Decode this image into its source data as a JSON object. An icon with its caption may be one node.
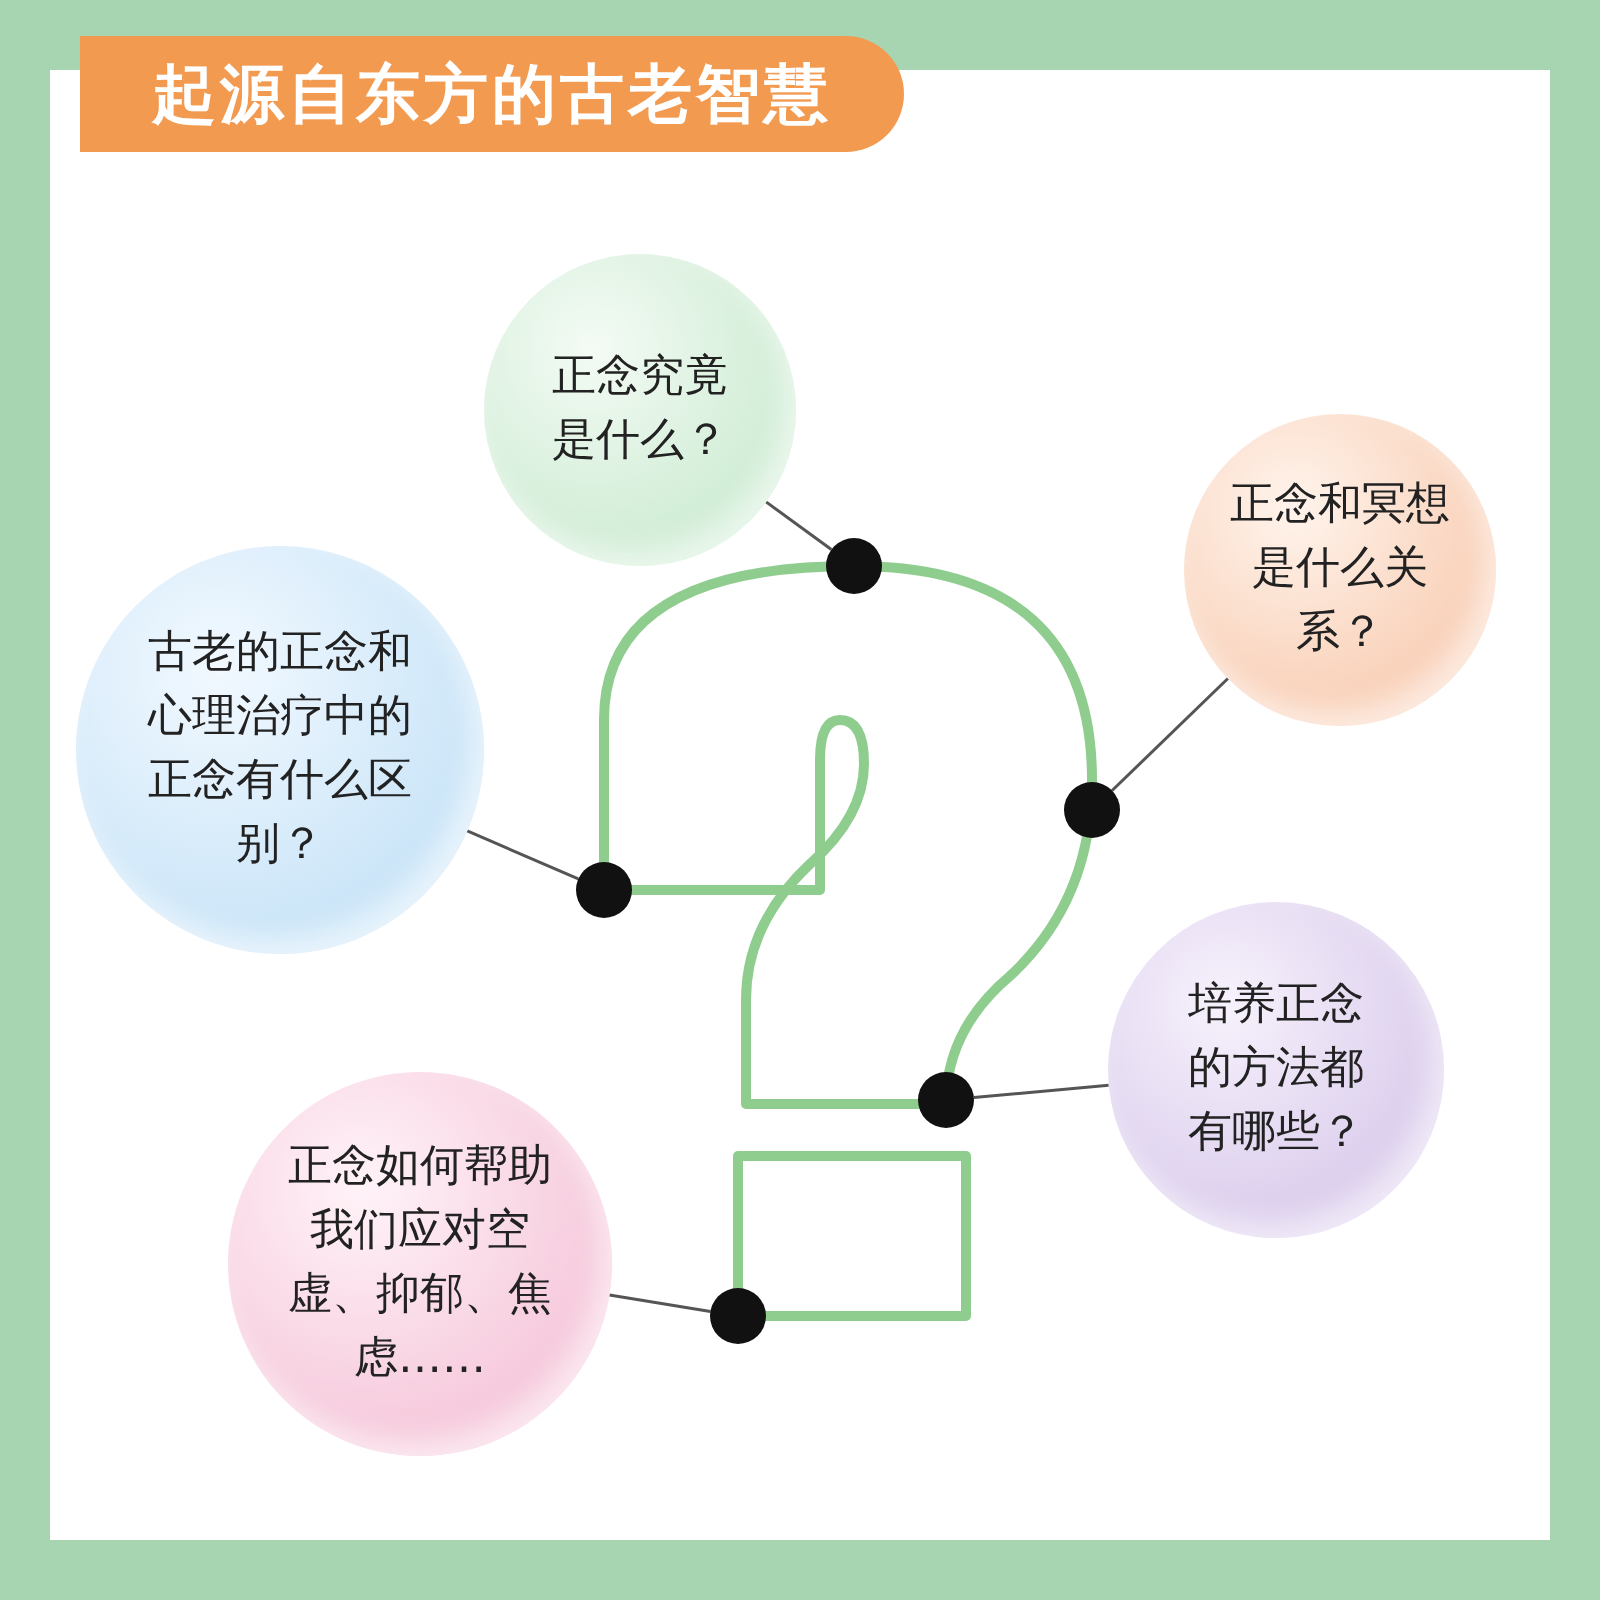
{
  "diagram": {
    "title": "起源自东方的古老智慧",
    "nodes": [
      {
        "text": [
          "正念究竟是什么？"
        ]
      },
      {
        "text": [
          "正念和冥想是什么关系？"
        ]
      },
      {
        "text": [
          "古老的正念和心理治疗中的正念有什么区别？"
        ]
      },
      {
        "text": [
          "培养正念的方法都有哪些？"
        ]
      },
      {
        "text": [
          "正念如何帮助我们应对空虚、抑郁、焦虑……"
        ]
      },
      {
        "text": [],
        "shape": "circle"
      },
      {
        "text": [],
        "shape": "circle"
      },
      {
        "text": [],
        "shape": "circle"
      },
      {
        "text": [],
        "shape": "circle"
      },
      {
        "text": [],
        "shape": "circle"
      }
    ],
    "edges": [
      {
        "from": 0,
        "to": 5,
        "arrow": "none"
      },
      {
        "from": 1,
        "to": 6,
        "arrow": "none"
      },
      {
        "from": 2,
        "to": 7,
        "arrow": "none"
      },
      {
        "from": 3,
        "to": 8,
        "arrow": "none"
      },
      {
        "from": 4,
        "to": 9,
        "arrow": "none"
      }
    ]
  }
}
